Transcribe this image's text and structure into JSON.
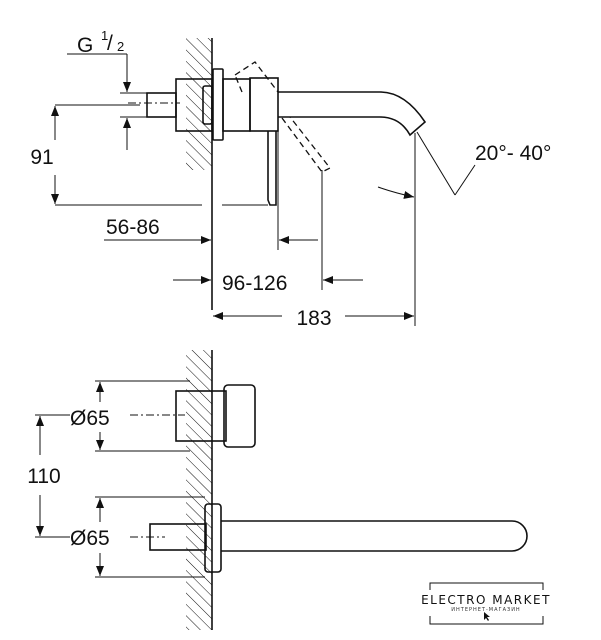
{
  "side_view": {
    "thread_label": "G",
    "thread_fraction_num": "1",
    "thread_fraction_den": "2",
    "height_dim": "91",
    "depth_range_1": "56-86",
    "depth_range_2": "96-126",
    "spout_length": "183",
    "angle_range": "20°- 40°"
  },
  "front_view": {
    "diameter_top": "Ø65",
    "diameter_bottom": "Ø65",
    "spacing_dim": "110"
  },
  "logo": {
    "name": "ELECTRO MARKET",
    "tagline": "ИНТЕРНЕТ-МАГАЗИН"
  }
}
